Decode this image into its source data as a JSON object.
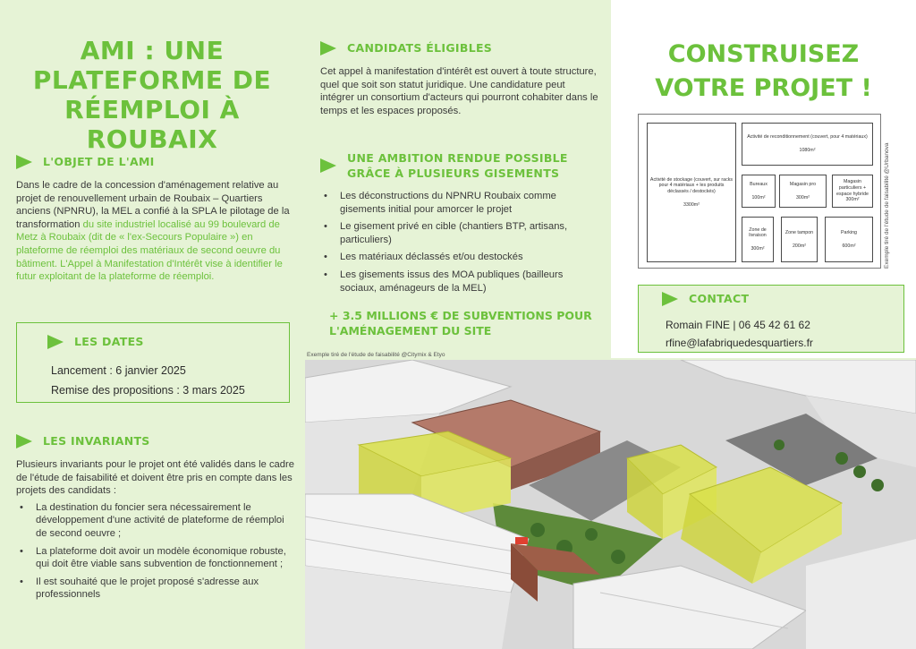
{
  "main_title": [
    "AMI : UNE",
    "PLATEFORME DE",
    "RÉEMPLOI À ROUBAIX"
  ],
  "objet": {
    "label": "L'OBJET DE L'AMI",
    "text_plain": "Dans le cadre de la concession d'aménagement relative au projet de renouvellement urbain de Roubaix – Quartiers anciens (NPNRU), la MEL a confié à la SPLA le pilotage de la transformation ",
    "text_highlight": "du site industriel localisé au 99 boulevard de Metz à Roubaix (dit de « l'ex-Secours Populaire ») en plateforme de réemploi des matériaux de second oeuvre du bâtiment. L'Appel à Manifestation d'Intérêt vise à identifier le futur exploitant de la plateforme de réemploi."
  },
  "dates": {
    "label": "LES DATES",
    "lancement": "Lancement : 6 janvier 2025",
    "remise": "Remise des propositions : 3 mars 2025"
  },
  "invariants": {
    "label": "LES INVARIANTS",
    "intro": "Plusieurs invariants pour le projet ont été validés dans le cadre de l'étude de faisabilité et doivent être pris en compte dans les projets des candidats :",
    "items": [
      "La destination du foncier sera nécessairement le développement d'une activité de plateforme de réemploi de second oeuvre ;",
      "La plateforme doit avoir un modèle économique robuste, qui doit être viable sans subvention de fonctionnement ;",
      "Il est souhaité que le projet proposé s'adresse aux professionnels"
    ]
  },
  "candidats": {
    "label": "CANDIDATS ÉLIGIBLES",
    "text": "Cet appel à manifestation d'intérêt est ouvert à toute structure, quel que soit son statut juridique. Une candidature peut intégrer un consortium d'acteurs qui pourront cohabiter dans le temps et les espaces proposés."
  },
  "ambition": {
    "label_line1": "UNE AMBITION RENDUE POSSIBLE",
    "label_line2": "GRÂCE À PLUSIEURS GISEMENTS",
    "items": [
      "Les déconstructions du NPNRU Roubaix comme gisements initial pour amorcer le projet",
      "Le gisement privé en cible (chantiers BTP, artisans, particuliers)",
      "Les matériaux déclassés et/ou destockés",
      "Les gisements issus des MOA publiques (bailleurs sociaux, aménageurs de la MEL)"
    ]
  },
  "subventions": [
    "+ 3.5 MILLIONS € DE SUBVENTIONS POUR",
    "L'AMÉNAGEMENT DU SITE"
  ],
  "aerial_credit": "Exemple tiré de l'étude de faisabilité @Citymix & Etyo",
  "right_title": [
    "CONSTRUISEZ",
    "VOTRE PROJET !"
  ],
  "plan": {
    "credit": "Exemple tiré de l'étude de faisabilité @Urbanova",
    "stockage": {
      "label": "Activité de stockage (couvert, sur racks pour 4 matériaux + les produits déclassés / destockés)",
      "area": "3300m²"
    },
    "recond": {
      "label": "Activité de reconditionnement (couvert, pour 4 matériaux)",
      "area": "1080m²"
    },
    "bureaux": {
      "label": "Bureaux",
      "area": "100m²"
    },
    "magasin_pro": {
      "label": "Magasin pro",
      "area": "300m²"
    },
    "magasin_part": {
      "label": "Magasin particuliers + espace hybride",
      "area": "300m²"
    },
    "livraison": {
      "label": "Zone de livraison",
      "area": "300m²"
    },
    "tampon": {
      "label": "Zone tampon",
      "area": "200m²"
    },
    "parking": {
      "label": "Parking",
      "area": "600m²"
    }
  },
  "contact": {
    "label": "CONTACT",
    "name_phone": "Romain FINE | 06 45 42 61 62",
    "email": "rfine@lafabriquedesquartiers.fr"
  },
  "colors": {
    "accent": "#6cc13c",
    "background": "#e6f3d6",
    "text": "#3a3a3a",
    "highlight_zone": "#d9e04a"
  }
}
